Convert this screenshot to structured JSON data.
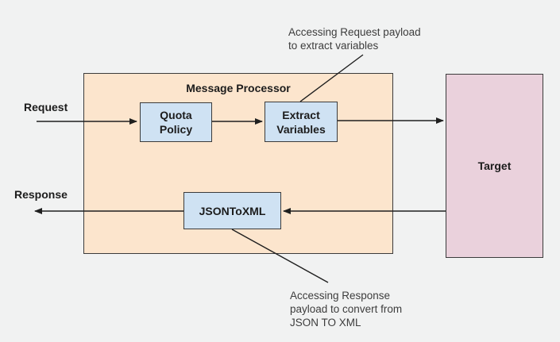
{
  "canvas": {
    "background": "#f1f2f2"
  },
  "colors": {
    "container_fill": "#fce5cd",
    "policy_fill": "#cfe2f3",
    "target_fill": "#ead1dc",
    "border": "#3b3b3b",
    "arrow": "#1f1f1f",
    "label_text": "#1c1c1c",
    "annotation_text": "#3d3d3d"
  },
  "nodes": {
    "message_processor": {
      "label": "Message Processor",
      "fill": "#fce5cd"
    },
    "quota_policy": {
      "label": "Quota\nPolicy",
      "fill": "#cfe2f3"
    },
    "extract_variables": {
      "label": "Extract\nVariables",
      "fill": "#cfe2f3"
    },
    "json_to_xml": {
      "label": "JSONToXML",
      "fill": "#cfe2f3"
    },
    "target": {
      "label": "Target",
      "fill": "#ead1dc"
    }
  },
  "flow_labels": {
    "request": "Request",
    "response": "Response"
  },
  "annotations": {
    "top": {
      "text": "Accessing Request payload\nto extract variables"
    },
    "bottom": {
      "text": "Accessing Response\npayload to convert from\nJSON TO XML"
    }
  }
}
